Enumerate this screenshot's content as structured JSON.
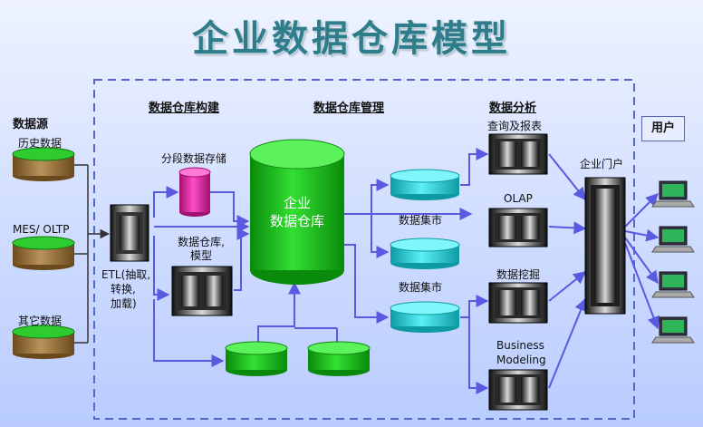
{
  "title": "企业数据仓库模型",
  "sources": {
    "heading": "数据源",
    "history": "历史数据",
    "mes": "MES/ OLTP",
    "other": "其它数据"
  },
  "sections": {
    "build": "数据仓库构建",
    "manage": "数据仓库管理",
    "analysis": "数据分析"
  },
  "build": {
    "staging": "分段数据存储",
    "model_line1": "数据仓库,",
    "model_line2": "模型",
    "etl_line1": "ETL(抽取,",
    "etl_line2": "转换,",
    "etl_line3": "加载)"
  },
  "warehouse": {
    "line1": "企业",
    "line2": "数据仓库"
  },
  "marts": {
    "mart1": "数据集市",
    "mart2": "数据集市"
  },
  "analysis": {
    "query": "查询及报表",
    "olap": "OLAP",
    "mining": "数据挖掘",
    "bm_line1": "Business",
    "bm_line2": "Modeling"
  },
  "portal": "企业门户",
  "users": "用户",
  "colors": {
    "title": "#2f7d8a",
    "green": "#22c922",
    "cyan": "#28d0d8",
    "magenta": "#e0189c",
    "arrow": "#5a5ae0",
    "dash": "#5566cc"
  }
}
